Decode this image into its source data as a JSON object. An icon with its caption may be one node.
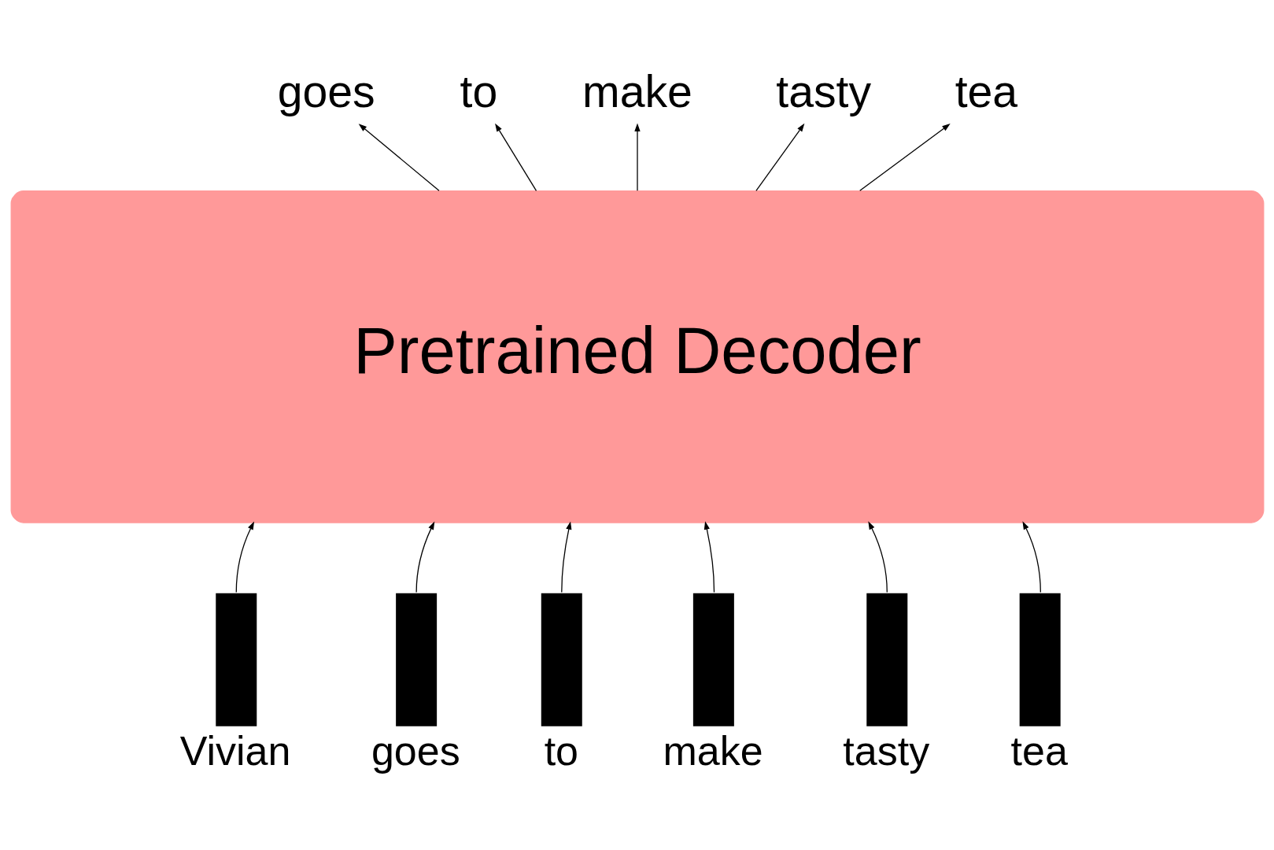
{
  "diagram": {
    "nodes": [
      {
        "text": [
          "goes"
        ]
      },
      {
        "text": [
          "to"
        ]
      },
      {
        "text": [
          "make"
        ]
      },
      {
        "text": [
          "tasty"
        ]
      },
      {
        "text": [
          "tea"
        ]
      },
      {
        "text": [
          "Pretrained Decoder"
        ]
      },
      {
        "text": [],
        "shape": "bar",
        "beside": [
          "Vivian"
        ]
      },
      {
        "text": [],
        "shape": "bar",
        "beside": [
          "goes"
        ]
      },
      {
        "text": [],
        "shape": "bar",
        "beside": [
          "to"
        ]
      },
      {
        "text": [],
        "shape": "bar",
        "beside": [
          "make"
        ]
      },
      {
        "text": [],
        "shape": "bar",
        "beside": [
          "tasty"
        ]
      },
      {
        "text": [],
        "shape": "bar",
        "beside": [
          "tea"
        ]
      }
    ],
    "edges": [
      {
        "from": 6,
        "to": 5,
        "arrow": "to"
      },
      {
        "from": 7,
        "to": 5,
        "arrow": "to"
      },
      {
        "from": 8,
        "to": 5,
        "arrow": "to"
      },
      {
        "from": 9,
        "to": 5,
        "arrow": "to"
      },
      {
        "from": 10,
        "to": 5,
        "arrow": "to"
      },
      {
        "from": 11,
        "to": 5,
        "arrow": "to"
      },
      {
        "from": 5,
        "to": 0,
        "arrow": "to"
      },
      {
        "from": 5,
        "to": 1,
        "arrow": "to"
      },
      {
        "from": 5,
        "to": 2,
        "arrow": "to"
      },
      {
        "from": 5,
        "to": 3,
        "arrow": "to"
      },
      {
        "from": 5,
        "to": 4,
        "arrow": "to"
      }
    ]
  }
}
